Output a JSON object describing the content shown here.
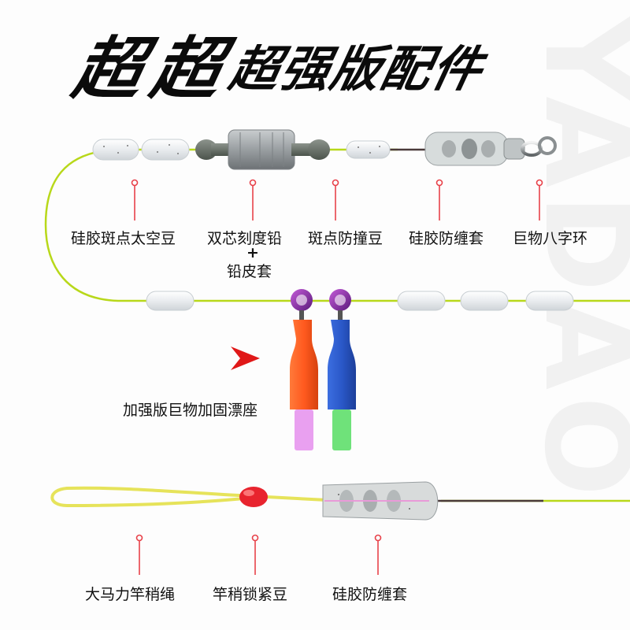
{
  "title": {
    "part1": "超",
    "part2": "超",
    "part3": "超强版配件"
  },
  "watermark": "YADAO",
  "top_labels": {
    "silicone_bean": "硅胶斑点太空豆",
    "dual_core_sinker": "双芯刻度铅",
    "plus": "+",
    "lead_sleeve": "铅皮套",
    "spot_bumper": "斑点防撞豆",
    "anti_tangle": "硅胶防缠套",
    "swivel": "巨物八字环"
  },
  "middle_label": "加强版巨物加固漂座",
  "bottom_labels": {
    "rod_tip_rope": "大马力竿稍绳",
    "rod_tip_lock_bean": "竿稍锁紧豆",
    "anti_tangle": "硅胶防缠套"
  },
  "colors": {
    "line": "#b8d81a",
    "rope": "#e6e35a",
    "marker": "#e8424a",
    "seat_orange": "#ff5a1f",
    "seat_blue": "#2a58c8",
    "seat_pink": "#e9a0f0",
    "seat_green": "#6fe27a",
    "arrow": "#e01818"
  }
}
